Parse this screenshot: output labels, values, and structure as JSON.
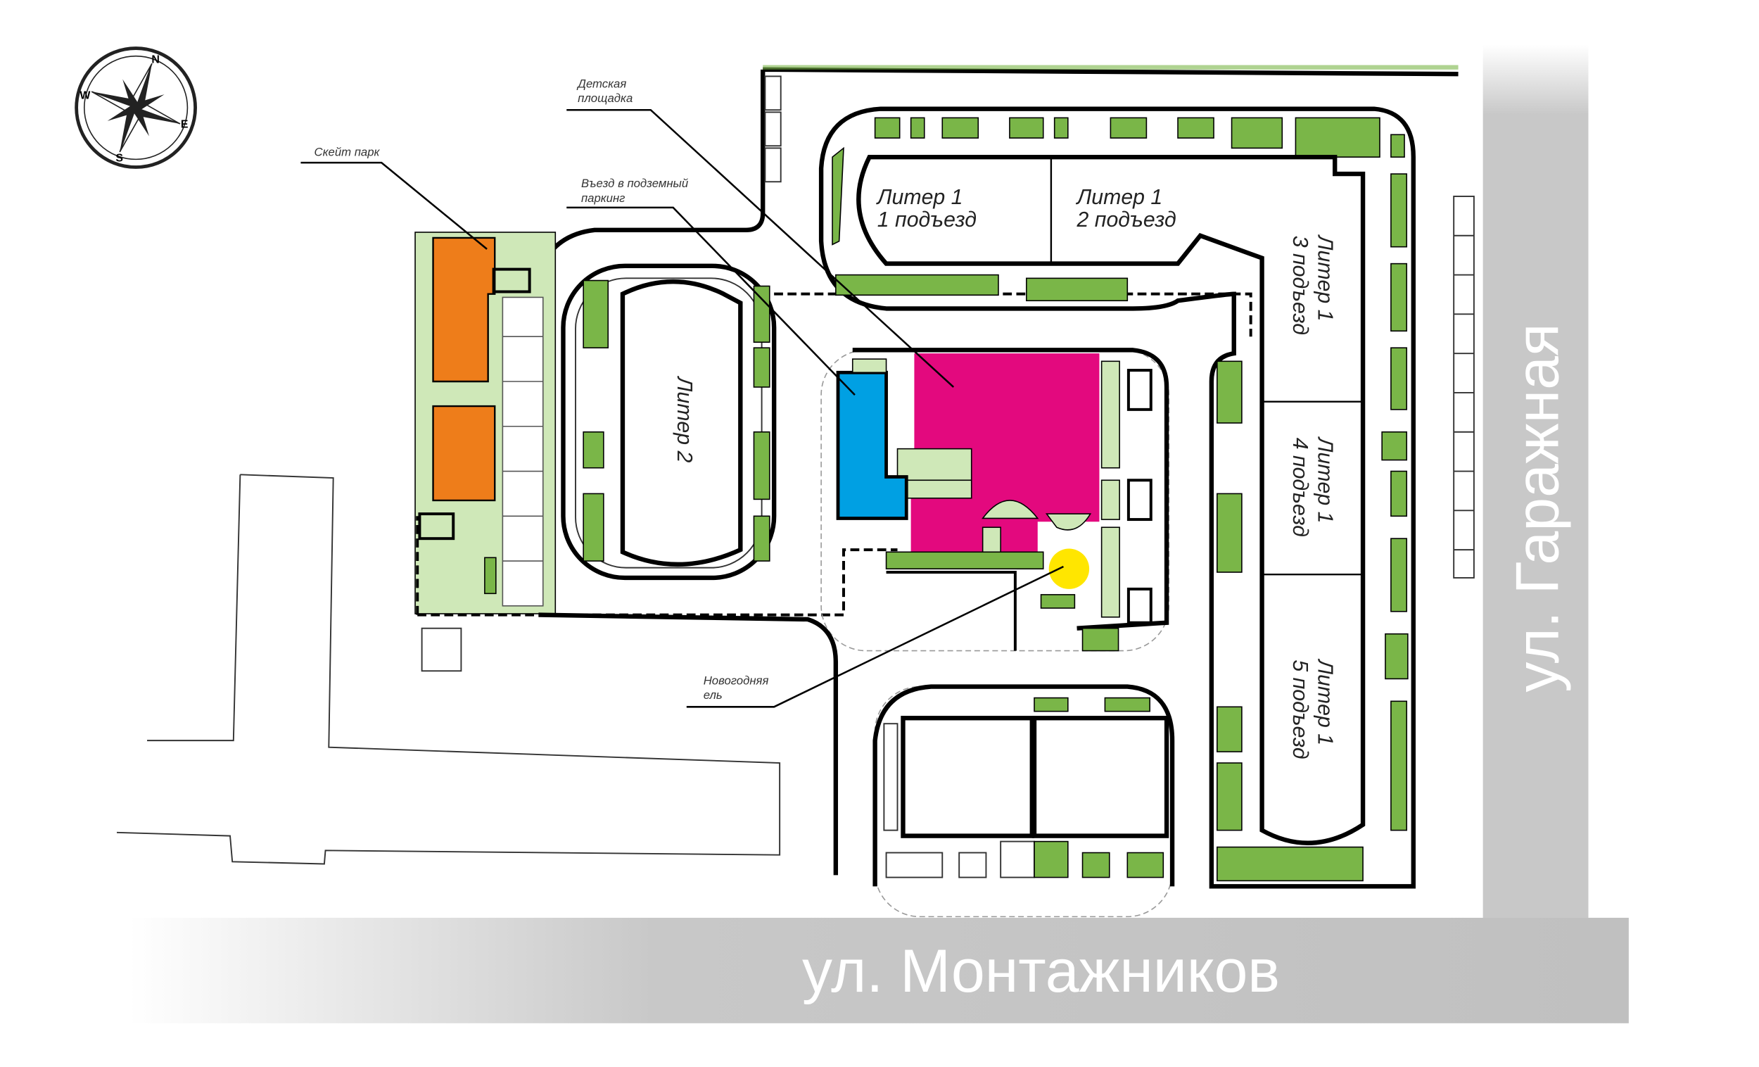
{
  "compass": {
    "n": "N",
    "e": "E",
    "s": "S",
    "w": "W"
  },
  "callouts": {
    "playground": [
      "Детская",
      "площадка"
    ],
    "skatepark": "Скейт парк",
    "parking_entrance": [
      "Въезд в подземный",
      "паркинг"
    ],
    "christmas_tree": [
      "Новогодняя",
      "ель"
    ]
  },
  "buildings": {
    "liter1_entrance1": [
      "Литер 1",
      "1 подъезд"
    ],
    "liter1_entrance2": [
      "Литер 1",
      "2 подъезд"
    ],
    "liter1_entrance3": [
      "Литер 1",
      "3 подъезд"
    ],
    "liter1_entrance4": [
      "Литер 1",
      "4 подъезд"
    ],
    "liter1_entrance5": [
      "Литер 1",
      "5 подъезд"
    ],
    "liter2": "Литер 2"
  },
  "streets": {
    "bottom": "ул. Монтажников",
    "right": "ул. Гаражная"
  },
  "colors": {
    "skatepark": "#ee7d1a",
    "playground": "#e3097e",
    "parking_entrance": "#00a0e3",
    "christmas_tree": "#ffe600",
    "greenery": "#7ab648",
    "street": "#c6c6c6"
  }
}
